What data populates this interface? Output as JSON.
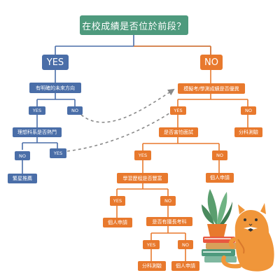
{
  "title": "在校成績是否位於前段？",
  "yes_branch": {
    "head": "YES",
    "q1": "有明確的未來方向",
    "q1_yes": "YES",
    "q1_no": "NO",
    "q2": "理想科系是否熱門",
    "q2_no": "NO",
    "q2_yes": "YES",
    "result": "繁星推薦"
  },
  "no_branch": {
    "head": "NO",
    "q1": "模擬考/學測成績是否優異",
    "q1_yes": "YES",
    "q1_no": "NO",
    "q1_no_result": "分科測驗",
    "q2": "是否害怕面試",
    "q2_yes": "YES",
    "q2_no": "NO",
    "q2_no_result": "個人申請",
    "q3": "學習歷程是否豐富",
    "q3_yes": "YES",
    "q3_no": "NO",
    "q3_yes_result": "個人申請",
    "q4": "是否有擅長考科",
    "q4_yes": "YES",
    "q4_no": "NO",
    "q4_yes_result": "分科測驗",
    "q4_no_result": "個人申請"
  },
  "colors": {
    "title": "#4e9a7d",
    "yes_path": "#4a6ea8",
    "no_path": "#e8792d",
    "dashed_arrow": "#8a8a8a"
  }
}
